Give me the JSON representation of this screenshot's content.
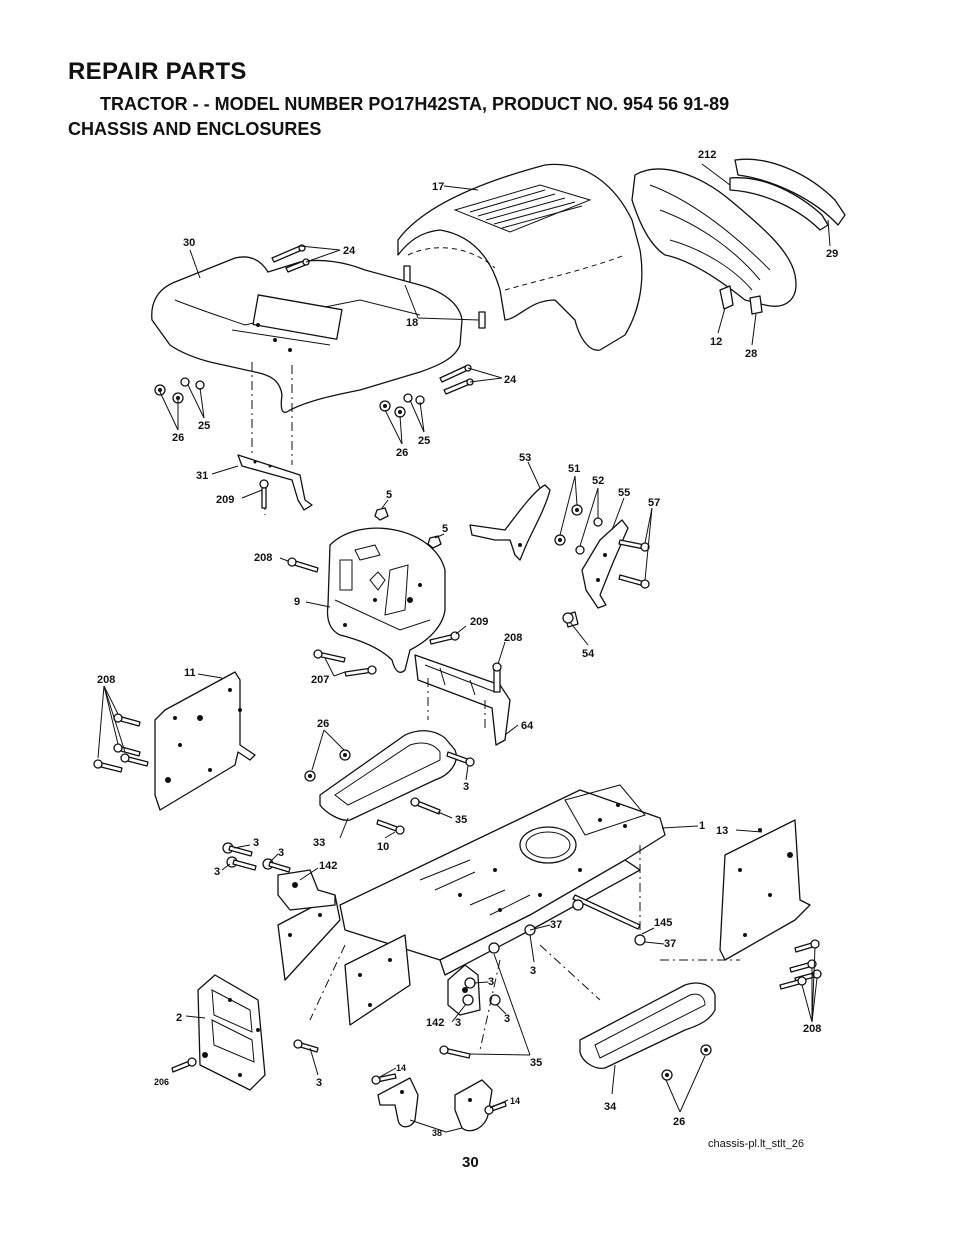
{
  "header": {
    "title": "REPAIR PARTS",
    "subtitle": "TRACTOR - - MODEL NUMBER PO17H42STA, PRODUCT NO. 954 56 91-89",
    "section": "CHASSIS AND ENCLOSURES"
  },
  "footer": {
    "drawing_id": "chassis-pl.lt_stlt_26",
    "page_number": "30"
  },
  "callouts": {
    "c212": "212",
    "c17": "17",
    "c29": "29",
    "c30": "30",
    "c24a": "24",
    "c18": "18",
    "c12": "12",
    "c28": "28",
    "c24b": "24",
    "c26a": "26",
    "c25a": "25",
    "c26b": "26",
    "c25b": "25",
    "c31": "31",
    "c209a": "209",
    "c53": "53",
    "c51": "51",
    "c52": "52",
    "c55": "55",
    "c57": "57",
    "c5a": "5",
    "c5b": "5",
    "c208a": "208",
    "c9": "9",
    "c209b": "209",
    "c208b": "208",
    "c54": "54",
    "c11": "11",
    "c208c": "208",
    "c207": "207",
    "c64": "64",
    "c26c": "26",
    "c3a": "3",
    "c35a": "35",
    "c33": "33",
    "c10": "10",
    "c1": "1",
    "c13": "13",
    "c3b": "3",
    "c3c": "3",
    "c142a": "142",
    "c3d": "3",
    "c145": "145",
    "c37a": "37",
    "c37b": "37",
    "c3e": "3",
    "c3f": "3",
    "c142b": "142",
    "c3g": "3",
    "c3h": "3",
    "c2": "2",
    "c208d": "208",
    "c35b": "35",
    "c206": "206",
    "c3i": "3",
    "c14a": "14",
    "c14b": "14",
    "c38": "38",
    "c34": "34",
    "c26d": "26"
  }
}
